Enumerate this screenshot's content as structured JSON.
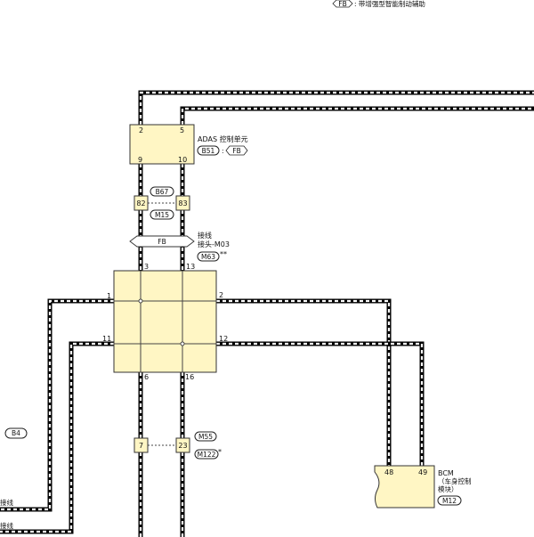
{
  "legend": {
    "code": "FB",
    "text": ": 带增强型智能制动辅助"
  },
  "adas": {
    "title": "ADAS 控制单元",
    "code": "B51",
    "sep": ":",
    "variant": "FB",
    "pins": {
      "tl": "2",
      "tr": "5",
      "bl": "9",
      "br": "10"
    }
  },
  "connector_upper": {
    "left_pin": "82",
    "right_pin": "83",
    "top_tag": "B67",
    "bottom_tag": "M15"
  },
  "fb_arrow": {
    "label": "FB"
  },
  "joint": {
    "label_l1": "接线",
    "label_l2": "接头-M03",
    "code": "M63",
    "mark": "**",
    "pins": {
      "top_l": "3",
      "top_r": "13",
      "left_1": "1",
      "left_2": "11",
      "right_1": "2",
      "right_2": "12",
      "bot_l": "6",
      "bot_r": "16"
    }
  },
  "connector_lower": {
    "left_pin": "7",
    "right_pin": "23",
    "tag1": "M55",
    "tag2": "M122",
    "mark": "*"
  },
  "bcm": {
    "title": "BCM",
    "desc_l1": "（车身控制",
    "desc_l2": "模块）",
    "code": "M12",
    "pins": {
      "left": "48",
      "right": "49"
    }
  },
  "left_edge": {
    "tag": "B4",
    "text1": "接线",
    "text2": "接线"
  }
}
